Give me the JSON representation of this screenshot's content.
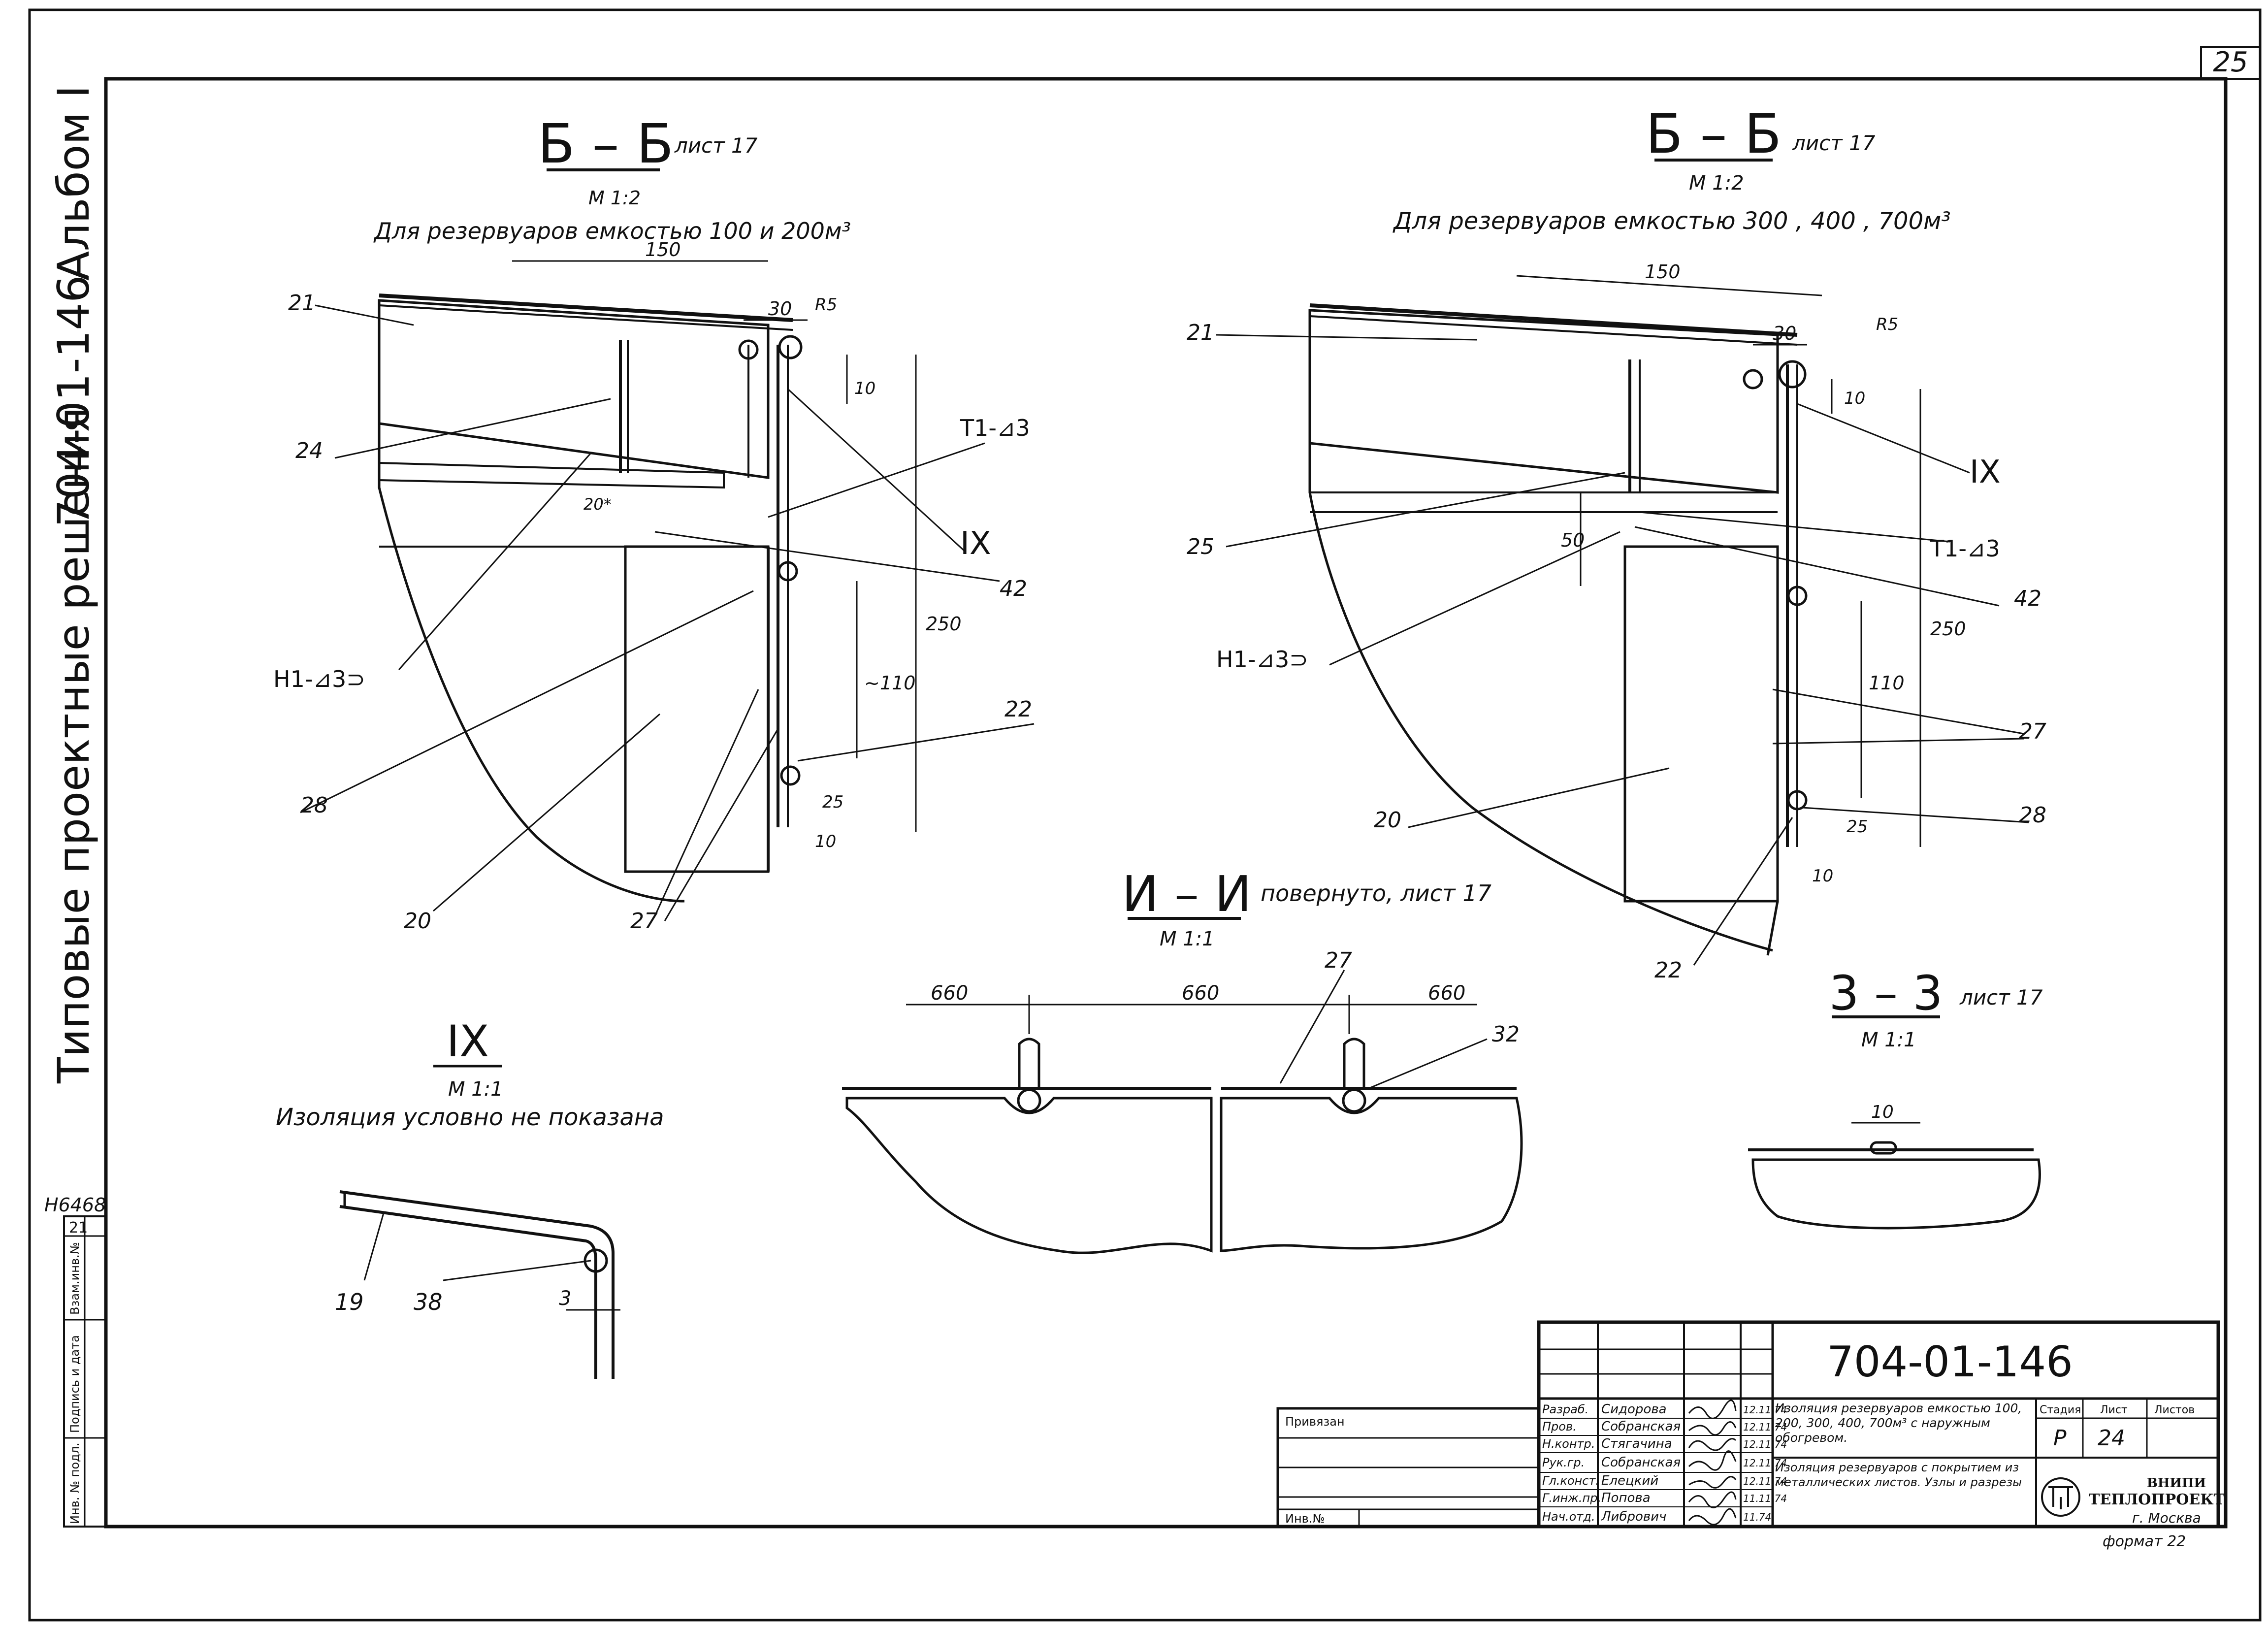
{
  "sheet": {
    "page_number": "25",
    "series_title": "Типовые проектные решения",
    "series_code": "704-01-146",
    "album": "Альбом I",
    "side_stamp": "Н6468",
    "side_num": "21",
    "side_labels": [
      "Инв. № подл.",
      "Подпись и дата",
      "Взам.инв.№"
    ]
  },
  "views": {
    "section_left": {
      "name": "Б – Б",
      "sheet_ref": "лист 17",
      "scale": "М 1:2",
      "caption": "Для резервуаров емкостью  100   и 200м³",
      "dims": [
        "150",
        "30",
        "R5",
        "10",
        "20*",
        "250",
        "~110",
        "25",
        "10"
      ],
      "labels": [
        "21",
        "24",
        "Т1-⊿3",
        "IX",
        "42",
        "Н1-⊿3⊃",
        "28",
        "22",
        "20",
        "27"
      ]
    },
    "section_right": {
      "name": "Б – Б",
      "sheet_ref": "лист 17",
      "scale": "М 1:2",
      "caption": "Для резервуаров емкостью  300   , 400   , 700м³",
      "dims": [
        "150",
        "30",
        "R5",
        "10",
        "50",
        "250",
        "110",
        "25",
        "10"
      ],
      "labels": [
        "21",
        "IX",
        "25",
        "Т1-⊿3",
        "42",
        "Н1-⊿3⊃",
        "27",
        "20",
        "28",
        "22"
      ]
    },
    "detail_ix": {
      "name": "IX",
      "scale": "М 1:1",
      "note": "Изоляция условно не показана",
      "labels": [
        "19",
        "38",
        "3"
      ]
    },
    "section_ii": {
      "name": "И – И",
      "note": "повернуто, лист 17",
      "scale": "М 1:1",
      "dims": [
        "660",
        "660",
        "660"
      ],
      "labels": [
        "27",
        "32"
      ]
    },
    "section_33": {
      "name": "3 – 3",
      "sheet_ref": "лист 17",
      "scale": "М 1:1",
      "dims": [
        "10"
      ]
    }
  },
  "title_block": {
    "doc_code": "704-01-146",
    "roles": [
      "Разраб.",
      "Пров.",
      "Н.контр.",
      "Рук.гр.",
      "Гл.конст.",
      "Г.инж.пр.",
      "Нач.отд."
    ],
    "names": [
      "Сидорова",
      "Собранская",
      "Стягачина",
      "Собранская",
      "Елецкий",
      "Попова",
      "Либрович"
    ],
    "dates": [
      "12.11.74",
      "12.11.74",
      "12.11.74",
      "12.11.74",
      "12.11.74",
      "11.11.74",
      "11.74"
    ],
    "title_1": "Изоляция резервуаров емкостью 100, 200, 300, 400, 700м³ с наружным обогревом.",
    "title_2": "Изоляция резервуаров с покрытием из металлических листов. Узлы и разрезы",
    "stage_label": "Стадия",
    "sheet_label": "Лист",
    "sheets_label": "Листов",
    "stage": "Р",
    "sheet": "24",
    "privyazan": "Привязан",
    "inv": "Инв.№",
    "org_1": "ВНИПИ",
    "org_2": "ТЕПЛОПРОЕКТ",
    "city": "г. Москва",
    "format": "формат 22"
  },
  "colors": {
    "ink": "#111111",
    "paper": "#ffffff"
  }
}
